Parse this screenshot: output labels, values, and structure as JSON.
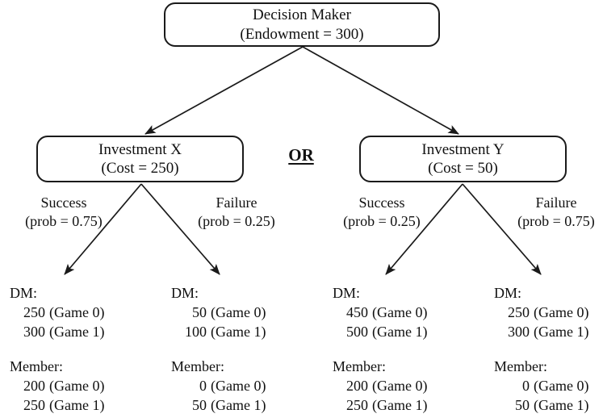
{
  "diagram": {
    "title_node": {
      "line1": "Decision Maker",
      "line2": "(Endowment = 300)"
    },
    "or_label": "OR",
    "options": [
      {
        "line1": "Investment X",
        "line2": "(Cost = 250)"
      },
      {
        "line1": "Investment Y",
        "line2": "(Cost = 50)"
      }
    ],
    "branches": [
      {
        "outcome": "Success",
        "prob": "(prob = 0.75)"
      },
      {
        "outcome": "Failure",
        "prob": "(prob = 0.25)"
      },
      {
        "outcome": "Success",
        "prob": "(prob = 0.25)"
      },
      {
        "outcome": "Failure",
        "prob": "(prob = 0.75)"
      }
    ],
    "outcomes": [
      {
        "dm_label": "DM:",
        "dm_g0_value": "250",
        "dm_g0_suffix": "(Game 0)",
        "dm_g1_value": "300",
        "dm_g1_suffix": "(Game 1)",
        "member_label": "Member:",
        "mem_g0_value": "200",
        "mem_g0_suffix": "(Game 0)",
        "mem_g1_value": "250",
        "mem_g1_suffix": "(Game 1)"
      },
      {
        "dm_label": "DM:",
        "dm_g0_value": "50",
        "dm_g0_suffix": "(Game 0)",
        "dm_g1_value": "100",
        "dm_g1_suffix": "(Game 1)",
        "member_label": "Member:",
        "mem_g0_value": "0",
        "mem_g0_suffix": "(Game 0)",
        "mem_g1_value": "50",
        "mem_g1_suffix": "(Game 1)"
      },
      {
        "dm_label": "DM:",
        "dm_g0_value": "450",
        "dm_g0_suffix": "(Game 0)",
        "dm_g1_value": "500",
        "dm_g1_suffix": "(Game 1)",
        "member_label": "Member:",
        "mem_g0_value": "200",
        "mem_g0_suffix": "(Game 0)",
        "mem_g1_value": "250",
        "mem_g1_suffix": "(Game 1)"
      },
      {
        "dm_label": "DM:",
        "dm_g0_value": "250",
        "dm_g0_suffix": "(Game 0)",
        "dm_g1_value": "300",
        "dm_g1_suffix": "(Game 1)",
        "member_label": "Member:",
        "mem_g0_value": "0",
        "mem_g0_suffix": "(Game 0)",
        "mem_g1_value": "50",
        "mem_g1_suffix": "(Game 1)"
      }
    ],
    "colors": {
      "stroke": "#1a1a1a",
      "text": "#111111",
      "background": "#ffffff"
    }
  }
}
